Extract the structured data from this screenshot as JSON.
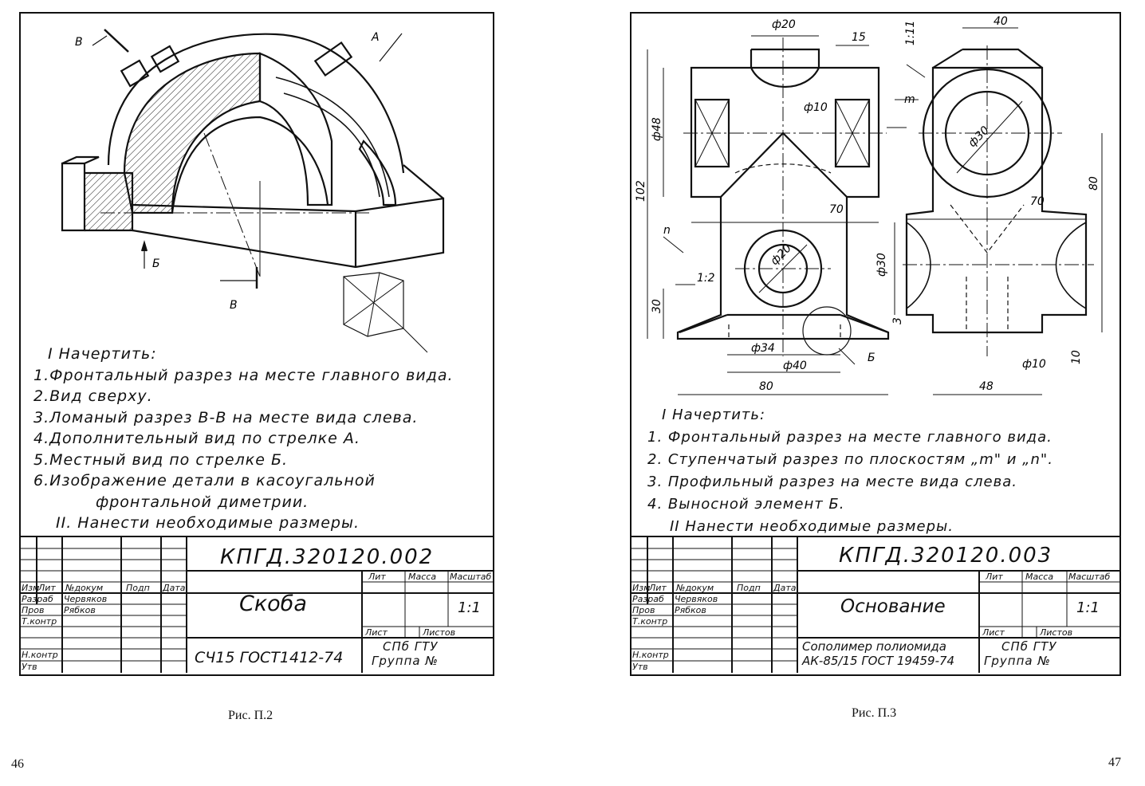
{
  "left": {
    "drawing_labels": {
      "b_top": "B",
      "a": "A",
      "b_arrow": "Б",
      "b_bottom": "B"
    },
    "tasks": {
      "heading": "I Начертить:",
      "items": [
        "1.Фронтальный разрез на месте главного вида.",
        "2.Вид сверху.",
        "3.Ломаный разрез В-В на месте вида слева.",
        "4.Дополнительный вид по стрелке А.",
        "5.Местный вид по стрелке Б.",
        "6.Изображение детали в касоугальной",
        "фронтальной диметрии."
      ],
      "footer": "II. Нанести необходимые размеры."
    },
    "title_block": {
      "code": "КПГД.320120.002",
      "name": "Скоба",
      "material": "СЧ15 ГОСТ1412-74",
      "org_line1": "СПб ГТУ",
      "org_line2": "Группа №",
      "scale": "1:1",
      "col_headers": [
        "Изм",
        "Лит",
        "№докум",
        "Подп",
        "Дата"
      ],
      "rows": [
        {
          "label": "Разраб",
          "name": "Червяков"
        },
        {
          "label": "Пров",
          "name": "Рябков"
        },
        {
          "label": "Т.контр",
          "name": ""
        },
        {
          "label": "Н.контр",
          "name": ""
        },
        {
          "label": "Утв",
          "name": ""
        }
      ],
      "lit": "Лит",
      "mass": "Масса",
      "scale_header": "Масштаб",
      "sheet": "Лист",
      "sheets": "Листов"
    },
    "caption": "Рис. П.2",
    "page_number": "46"
  },
  "right": {
    "dimensions": {
      "d20_top": "ф20",
      "d15": "15",
      "slope_1_11": "1:11",
      "m": "m",
      "d10": "ф10",
      "d48": "ф48",
      "h102": "102",
      "w70": "70",
      "n": "n",
      "slope_1_2": "1:2",
      "h30": "30",
      "d20": "ф20",
      "d34": "ф34",
      "d40": "ф40",
      "w80": "80",
      "b": "Б",
      "d30_side": "ф30",
      "w40": "40",
      "w70_side": "70",
      "h80": "80",
      "d30_circle": "ф30",
      "h3": "3",
      "h10": "10",
      "d10_side": "ф10",
      "w48": "48"
    },
    "tasks": {
      "heading": "I Начертить:",
      "items": [
        "1. Фронтальный разрез на месте главного вида.",
        "2. Ступенчатый разрез по плоскостям „m\" и „n\".",
        "3. Профильный разрез на месте вида слева.",
        "4. Выносной элемент Б."
      ],
      "footer": "II Нанести необходимые размеры."
    },
    "title_block": {
      "code": "КПГД.320120.003",
      "name": "Основание",
      "material_line1": "Сополимер полиомида",
      "material_line2": "АК-85/15 ГОСТ 19459-74",
      "org_line1": "СПб ГТУ",
      "org_line2": "Группа №",
      "scale": "1:1",
      "col_headers": [
        "Изм",
        "Лит",
        "№докум",
        "Подп",
        "Дата"
      ],
      "rows": [
        {
          "label": "Разраб",
          "name": "Червяков"
        },
        {
          "label": "Пров",
          "name": "Рябков"
        },
        {
          "label": "Т.контр",
          "name": ""
        },
        {
          "label": "Н.контр",
          "name": ""
        },
        {
          "label": "Утв",
          "name": ""
        }
      ],
      "lit": "Лит",
      "mass": "Масса",
      "scale_header": "Масштаб",
      "sheet": "Лист",
      "sheets": "Листов"
    },
    "caption": "Рис. П.3",
    "page_number": "47"
  }
}
